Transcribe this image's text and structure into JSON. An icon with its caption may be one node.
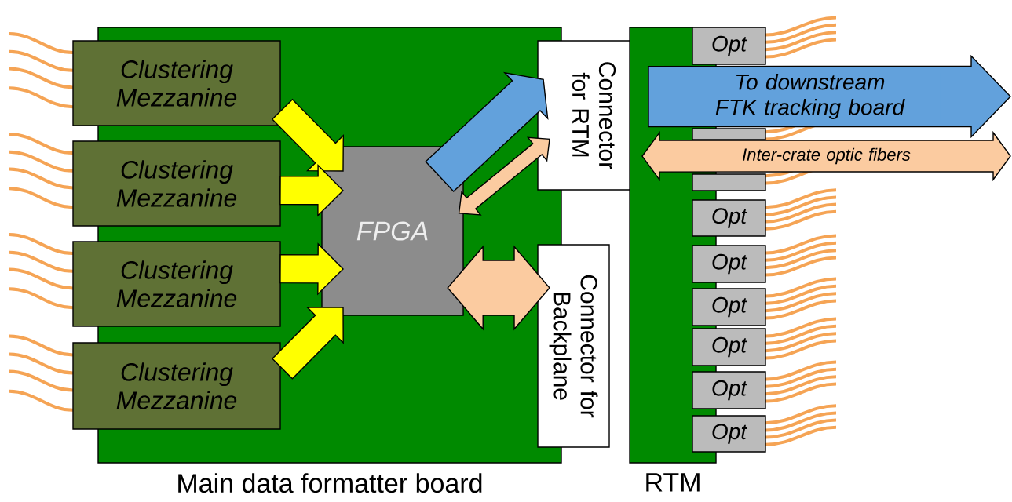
{
  "diagram": {
    "nodes": [
      {
        "text": [
          "Main data formatter board"
        ]
      },
      {
        "text": [
          "Clustering Mezzanine"
        ]
      },
      {
        "text": [
          "Clustering Mezzanine"
        ]
      },
      {
        "text": [
          "Clustering Mezzanine"
        ]
      },
      {
        "text": [
          "Clustering Mezzanine"
        ]
      },
      {
        "text": [
          "FPGA"
        ],
        "in": 0
      },
      {
        "text": [
          "Connector for RTM"
        ]
      },
      {
        "text": [
          "Connector for Backplane"
        ]
      },
      {
        "text": [
          "RTM"
        ]
      },
      {
        "text": [
          "Opt"
        ]
      },
      {
        "text": [],
        "shape": "box"
      },
      {
        "text": [],
        "shape": "box"
      },
      {
        "text": [
          "Opt"
        ]
      },
      {
        "text": [
          "Opt"
        ]
      },
      {
        "text": [
          "Opt"
        ]
      },
      {
        "text": [
          "Opt"
        ]
      },
      {
        "text": [
          "Opt"
        ]
      },
      {
        "text": [
          "Opt"
        ]
      }
    ],
    "edges": [
      {
        "from": 1,
        "to": 5,
        "arrow": "to"
      },
      {
        "from": 2,
        "to": 5,
        "arrow": "to"
      },
      {
        "from": 3,
        "to": 5,
        "arrow": "to"
      },
      {
        "from": 4,
        "to": 5,
        "arrow": "to"
      },
      {
        "from": 5,
        "to": 6,
        "arrow": "to",
        "color": "#62a1dc"
      },
      {
        "from": 5,
        "to": 6,
        "arrow": "both",
        "color": "#fbcba0"
      },
      {
        "from": 5,
        "to": 7,
        "arrow": "both",
        "color": "#fbcba0"
      },
      {
        "from": 6,
        "to": null,
        "arrow": "to",
        "label": "To downstream FTK tracking board",
        "color": "#62a1dc"
      },
      {
        "from": 6,
        "to": null,
        "arrow": "both",
        "label": "Inter-crate optic fibers",
        "color": "#fbcba0"
      }
    ]
  }
}
